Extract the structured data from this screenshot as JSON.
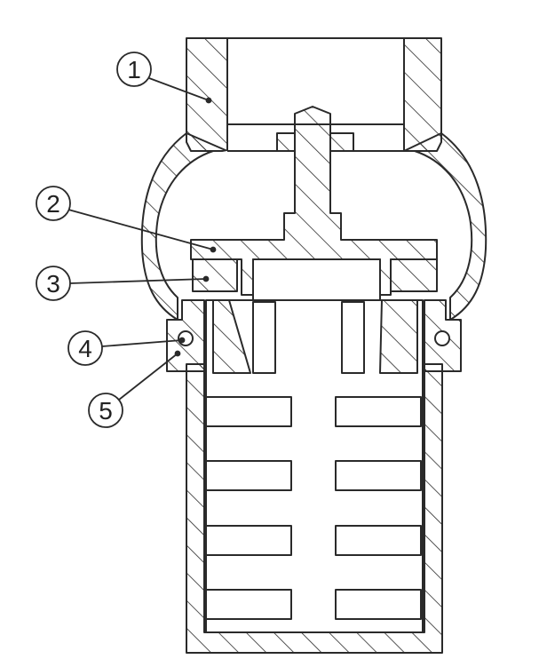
{
  "diagram": {
    "type": "valve-cross-section",
    "colors": {
      "stroke": "#2a2a2a",
      "hatch": "#2a2a2a",
      "background": "#ffffff"
    },
    "callouts": [
      {
        "id": "1",
        "label": "1"
      },
      {
        "id": "2",
        "label": "2"
      },
      {
        "id": "3",
        "label": "3"
      },
      {
        "id": "4",
        "label": "4"
      },
      {
        "id": "5",
        "label": "5"
      }
    ]
  }
}
